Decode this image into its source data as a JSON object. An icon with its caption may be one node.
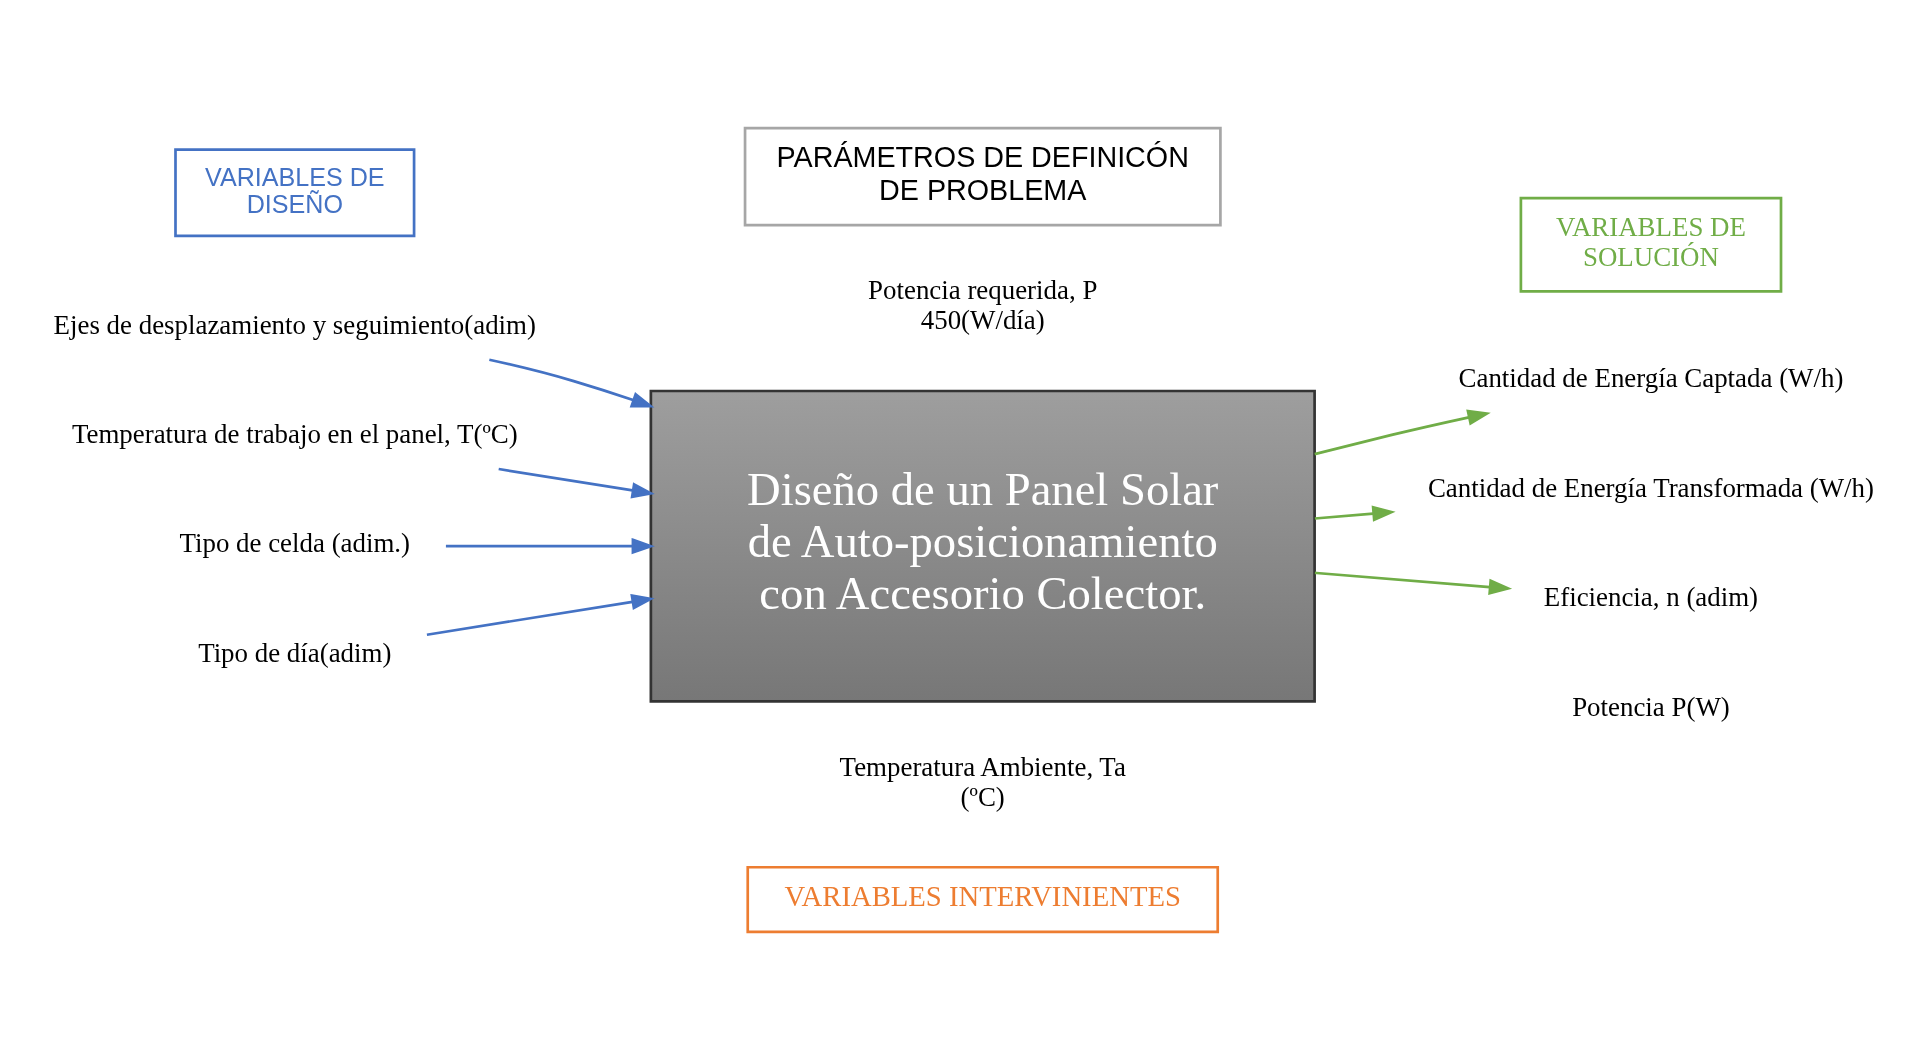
{
  "diagram": {
    "nodes": [
      {
        "text": [
          "PARÁMETROS DE DEFINICÓN DE PROBLEMA"
        ]
      },
      {
        "text": [
          "VARIABLES DE DISEÑO"
        ]
      },
      {
        "text": [
          "VARIABLES DE SOLUCIÓN"
        ]
      },
      {
        "text": [
          "Diseño de un Panel Solar de Auto-posicionamiento con Accesorio Colector."
        ]
      },
      {
        "text": [
          "VARIABLES INTERVINIENTES"
        ]
      },
      {
        "text": [
          "Ejes de desplazamiento y seguimiento(adim)"
        ]
      },
      {
        "text": [
          "Temperatura de trabajo en el panel, T(ºC)"
        ]
      },
      {
        "text": [
          "Tipo de celda (adim.)"
        ]
      },
      {
        "text": [
          "Tipo de día(adim)"
        ]
      },
      {
        "text": [
          "Cantidad de Energía Captada (W/h)"
        ]
      },
      {
        "text": [
          "Cantidad de Energía Transformada (W/h)"
        ]
      },
      {
        "text": [
          "Eficiencia, n (adim)"
        ]
      }
    ],
    "edges": [
      {
        "from": 5,
        "to": 3,
        "arrow": "to",
        "color": "#4472c4"
      },
      {
        "from": 6,
        "to": 3,
        "arrow": "to",
        "color": "#4472c4"
      },
      {
        "from": 7,
        "to": 3,
        "arrow": "to",
        "color": "#4472c4"
      },
      {
        "from": 8,
        "to": 3,
        "arrow": "to",
        "color": "#4472c4"
      },
      {
        "from": 3,
        "to": 9,
        "arrow": "to",
        "color": "#70ad47"
      },
      {
        "from": 3,
        "to": 10,
        "arrow": "to",
        "color": "#70ad47"
      },
      {
        "from": 3,
        "to": 11,
        "arrow": "to",
        "color": "#70ad47"
      }
    ],
    "labels": [
      "Potencia requerida, P 450(W/día)",
      "Potencia P(W)",
      "Temperatura Ambiente, Ta (ºC)"
    ]
  }
}
